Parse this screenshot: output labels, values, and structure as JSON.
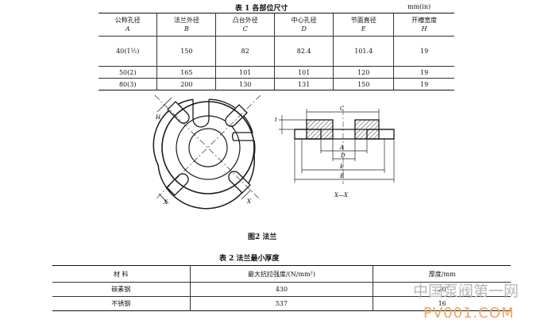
{
  "table1": {
    "caption": "表 1  各部位尺寸",
    "unit": "mm(in)",
    "headers": [
      {
        "name": "公称孔径",
        "sym": "A"
      },
      {
        "name": "法兰外径",
        "sym": "B"
      },
      {
        "name": "凸台外径",
        "sym": "C"
      },
      {
        "name": "中心孔径",
        "sym": "D"
      },
      {
        "name": "节面直径",
        "sym": "E"
      },
      {
        "name": "开槽宽度",
        "sym": "H"
      }
    ],
    "rows": [
      [
        "40(1½)",
        "150",
        "82",
        "82.4",
        "101.4",
        "19"
      ],
      [
        "50(2)",
        "165",
        "101",
        "101",
        "120",
        "19"
      ],
      [
        "80(3)",
        "200",
        "130",
        "131",
        "150",
        "19"
      ]
    ]
  },
  "figure": {
    "caption": "图2 法兰",
    "section_label": "X—X",
    "labels": {
      "h": "H",
      "x1": "X",
      "x2": "X",
      "t": "t",
      "c": "C",
      "a": "A",
      "d": "D",
      "e": "E",
      "b": "B"
    }
  },
  "table2": {
    "caption": "表 2   法兰最小厚度",
    "headers": [
      "材       料",
      "最大抗拉强度/(N/mm²)",
      "厚度/mm"
    ],
    "rows": [
      [
        "碳素钢",
        "430",
        "20"
      ],
      [
        "不锈钢",
        "537",
        "16"
      ]
    ]
  },
  "watermark": {
    "line1": "中国泵阀第一网",
    "line2": "PV001.COM",
    "colors": {
      "line1": "#b7b7b7",
      "line2": "#f4a35f"
    }
  }
}
